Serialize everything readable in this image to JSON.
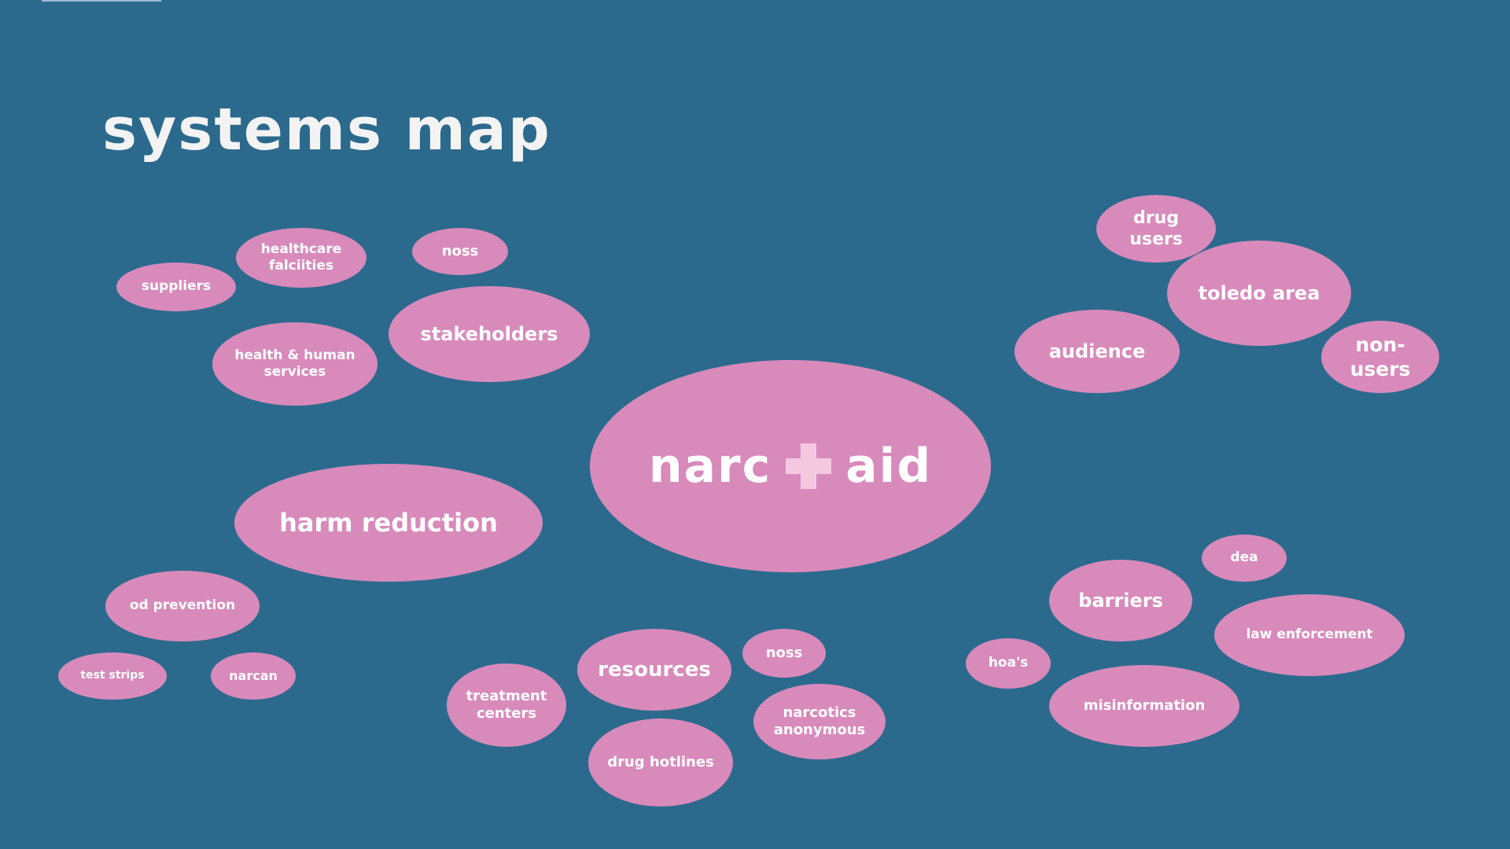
{
  "page": {
    "title": "systems map",
    "colors": {
      "background": "#2c6a8d",
      "bubble": "#d88abb",
      "text": "#ffffff"
    }
  },
  "center": {
    "left_text": "narc",
    "right_text": "aid",
    "icon": "plus-cross-icon"
  },
  "stakeholders": {
    "hub": "stakeholders",
    "healthcare": "healthcare falciities",
    "noss": "noss",
    "suppliers": "suppliers",
    "hhs": "health & human services"
  },
  "audience": {
    "hub": "audience",
    "drug_users": "drug users",
    "toledo": "toledo area",
    "non_users": "non- users"
  },
  "harm_reduction": {
    "hub": "harm reduction",
    "od_prevention": "od prevention",
    "test_strips": "test strips",
    "narcan": "narcan"
  },
  "resources": {
    "hub": "resources",
    "noss": "noss",
    "treatment": "treatment centers",
    "narcotics": "narcotics anonymous",
    "hotlines": "drug hotlines"
  },
  "barriers": {
    "hub": "barriers",
    "dea": "dea",
    "law": "law enforcement",
    "hoas": "hoa's",
    "misinformation": "misinformation"
  }
}
